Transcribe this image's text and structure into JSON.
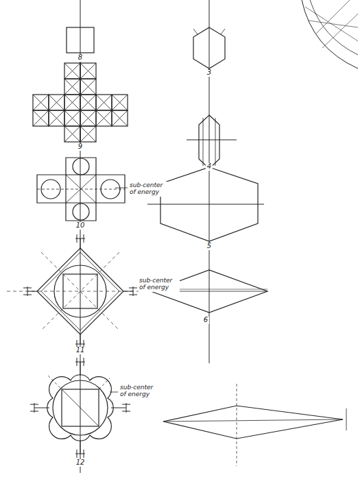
{
  "diagram": {
    "labels": [
      "8",
      "9",
      "10",
      "sub-center of energy",
      "11",
      "sub-center of energy",
      "12",
      "sub-center of energy",
      "3",
      "4",
      "5",
      "6"
    ]
  }
}
